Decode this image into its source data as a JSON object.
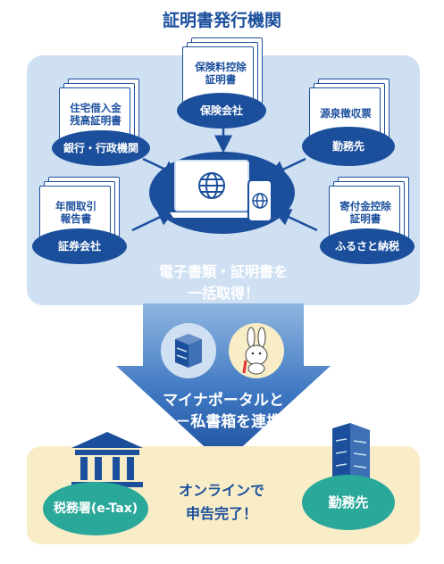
{
  "title": "証明書発行機関",
  "sources": [
    {
      "doc": "保険料控除\n証明書",
      "org": "保険会社"
    },
    {
      "doc": "住宅借入金\n残高証明書",
      "org": "銀行・行政機関"
    },
    {
      "doc": "源泉徴収票",
      "org": "勤務先"
    },
    {
      "doc": "年間取引\n報告書",
      "org": "証券会社"
    },
    {
      "doc": "寄付金控除\n証明書",
      "org": "ふるさと納税"
    }
  ],
  "arrow_text_1": "電子書類・証明書を",
  "arrow_text_2": "一括取得！",
  "link_text_1": "マイナポータルと",
  "link_text_2": "e－私書箱を連携",
  "bottom": {
    "left_label": "税務署(e-Tax)",
    "right_label": "勤務先",
    "center_1": "オンラインで",
    "center_2": "申告完了！"
  },
  "colors": {
    "navy": "#1b4f9c",
    "light_blue": "#cfe0f3",
    "cream": "#f8edc7",
    "teal": "#2aa89a"
  }
}
